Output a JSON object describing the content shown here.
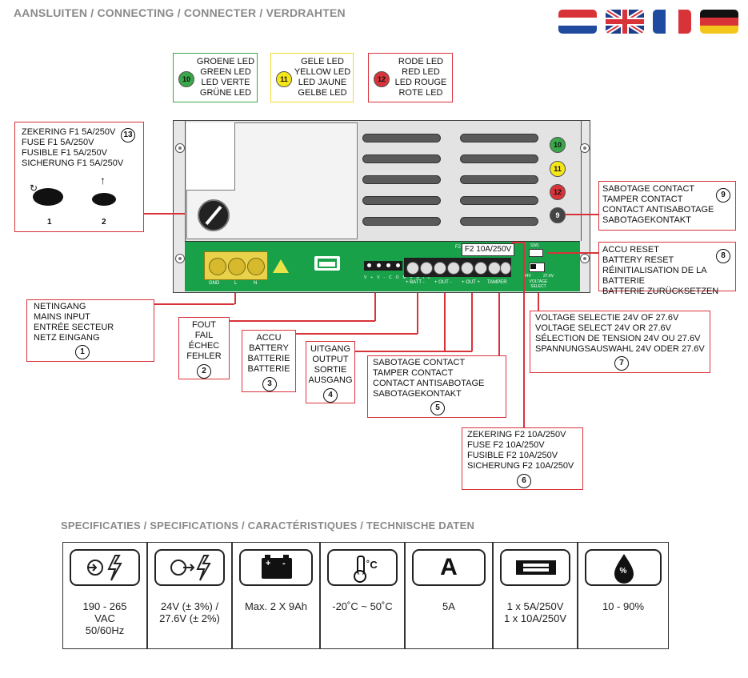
{
  "header": {
    "title": "AANSLUITEN / CONNECTING / CONNECTER / VERDRAHTEN",
    "flags": [
      "flag-nl-icon",
      "flag-uk-icon",
      "flag-fr-icon",
      "flag-de-icon"
    ]
  },
  "leds": {
    "green": {
      "num": "10",
      "lines": [
        "GROENE LED",
        "GREEN LED",
        "LED VERTE",
        "GRÜNE LED"
      ],
      "color": "#3aa74a"
    },
    "yellow": {
      "num": "11",
      "lines": [
        "GELE LED",
        "YELLOW LED",
        "LED JAUNE",
        "GELBE LED"
      ],
      "color": "#f5e617"
    },
    "red": {
      "num": "12",
      "lines": [
        "RODE LED",
        "RED LED",
        "LED ROUGE",
        "ROTE LED"
      ],
      "color": "#d9333a"
    }
  },
  "callouts": {
    "fuse_f1": {
      "num": "13",
      "lines": [
        "ZEKERING F1 5A/250V",
        "FUSE F1 5A/250V",
        "FUSIBLE F1 5A/250V",
        "SICHERUNG F1 5A/250V"
      ],
      "step1": "1",
      "step2": "2"
    },
    "mains": {
      "num": "1",
      "lines": [
        "NETINGANG",
        "MAINS INPUT",
        "ENTRÉE SECTEUR",
        "NETZ EINGANG"
      ]
    },
    "fail": {
      "num": "2",
      "lines": [
        "FOUT",
        "FAIL",
        "ÉCHEC",
        "FEHLER"
      ]
    },
    "battery": {
      "num": "3",
      "lines": [
        "ACCU",
        "BATTERY",
        "BATTERIE",
        "BATTERIE"
      ]
    },
    "output": {
      "num": "4",
      "lines": [
        "UITGANG",
        "OUTPUT",
        "SORTIE",
        "AUSGANG"
      ]
    },
    "tamper_out": {
      "num": "5",
      "lines": [
        "SABOTAGE CONTACT",
        "TAMPER CONTACT",
        "CONTACT ANTISABOTAGE",
        "SABOTAGEKONTAKT"
      ]
    },
    "fuse_f2": {
      "num": "6",
      "lines": [
        "ZEKERING F2 10A/250V",
        "FUSE F2 10A/250V",
        "FUSIBLE F2 10A/250V",
        "SICHERUNG F2 10A/250V"
      ]
    },
    "voltage": {
      "num": "7",
      "lines": [
        "VOLTAGE SELECTIE 24V OF 27.6V",
        "VOLTAGE SELECT 24V OR 27.6V",
        "SÉLECTION DE TENSION 24V OU 27.6V",
        "SPANNUNGSAUSWAHL 24V ODER 27.6V"
      ]
    },
    "reset": {
      "num": "8",
      "lines": [
        "ACCU RESET",
        "BATTERY RESET",
        "RÉINITIALISATION DE LA BATTERIE",
        "BATTERIE ZURÜCKSETZEN"
      ]
    },
    "tamper_side": {
      "num": "9",
      "lines": [
        "SABOTAGE CONTACT",
        "TAMPER CONTACT",
        "CONTACT ANTISABOTAGE",
        "SABOTAGEKONTAKT"
      ]
    }
  },
  "board": {
    "fuse_label": "F2 10A/250V",
    "fuse_prefix": "F2",
    "sw1": "SW1",
    "volt_24": "24V",
    "volt_276": "27.6V",
    "voltage_select": "VOLTAGE SELECT",
    "mains_terms": [
      "GND",
      "L",
      "N"
    ],
    "signal_terms": [
      "V+",
      "V-",
      "COM",
      "FAIL"
    ],
    "batt": "+ BATT -",
    "out1": "+ OUT -",
    "out2": "+ OUT +",
    "tamper": "TAMPER",
    "led_nums": [
      "10",
      "11",
      "12",
      "9"
    ]
  },
  "specs": {
    "title": "SPECIFICATIES / SPECIFICATIONS / CARACTÉRISTIQUES / TECHNISCHE DATEN",
    "cells": [
      {
        "icon": "ac-input-icon",
        "lines": [
          "190 - 265",
          "VAC",
          "50/60Hz"
        ]
      },
      {
        "icon": "dc-output-icon",
        "lines": [
          "24V (± 3%) /",
          "27.6V (± 2%)"
        ]
      },
      {
        "icon": "battery-icon",
        "lines": [
          "Max. 2 X 9Ah"
        ]
      },
      {
        "icon": "thermometer-icon",
        "lines": [
          "-20˚C ~ 50˚C"
        ]
      },
      {
        "icon": "ampere-icon",
        "lines": [
          "5A"
        ]
      },
      {
        "icon": "fuse-icon",
        "lines": [
          "1 x 5A/250V",
          "1 x 10A/250V"
        ]
      },
      {
        "icon": "humidity-icon",
        "lines": [
          "10 - 90%"
        ]
      }
    ],
    "icon_labels": {
      "ampere": "A",
      "celsius": "˚C",
      "percent": "%",
      "plus": "+",
      "minus": "-"
    }
  }
}
